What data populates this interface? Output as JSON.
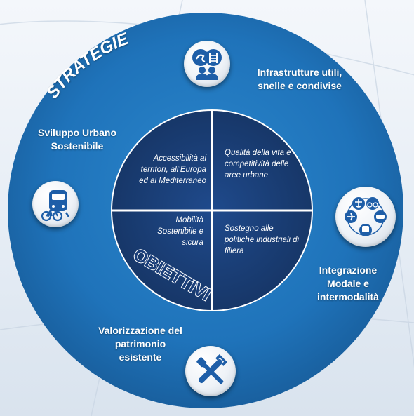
{
  "strategie_title": "STRATEGIE",
  "obiettivi_title": "OBIETTIVI",
  "strategies": {
    "infrastructure": "Infrastrutture utili, snelle e condivise",
    "urban": "Sviluppo Urbano Sostenibile",
    "intermodal": "Integrazione Modale e intermodalità",
    "heritage": "Valorizzazione del patrimonio esistente"
  },
  "objectives": {
    "access": "Accessibilità ai territori, all’Europa ed al Mediterraneo",
    "quality": "Qualità della vita e competitività delle aree urbane",
    "safety": "Mobilità Sostenibile e sicura",
    "industry": "Sostegno alle politiche industriali di filiera"
  },
  "icons": {
    "infrastructure": "people-road-rail-icon",
    "urban": "train-bicycle-icon",
    "intermodal": "transport-modes-icon",
    "heritage": "tools-icon"
  },
  "colors": {
    "outer_ring": "#1f73ba",
    "inner_disc": "#1b3f7a",
    "icon_fill": "#1e5ea8"
  }
}
